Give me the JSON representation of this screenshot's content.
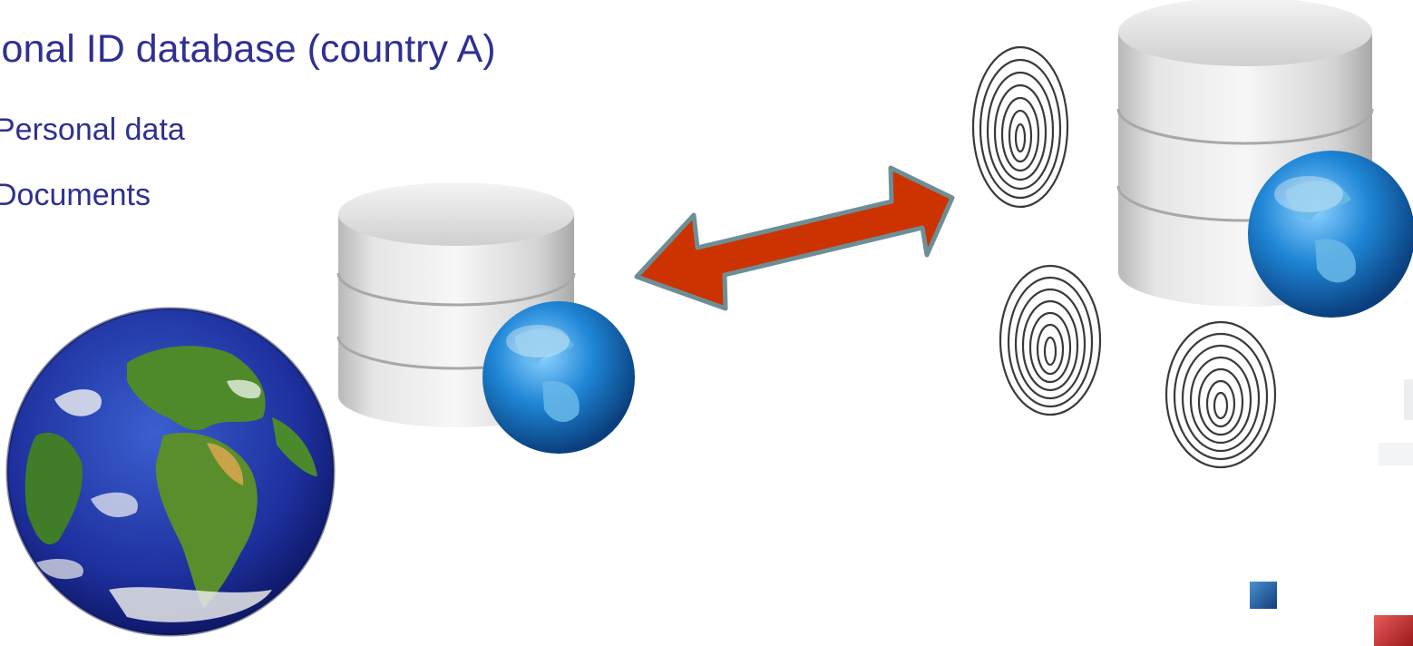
{
  "slide": {
    "title": "ional ID database (country A)",
    "bullets": [
      "Personal data",
      "Documents"
    ]
  },
  "images": {
    "earth": "earth-globe-photo",
    "database_left": "database-globe-icon",
    "database_right": "database-globe-icon",
    "arrow": "double-headed-arrow",
    "fingerprints": "fingerprint-icon"
  },
  "colors": {
    "text": "#2e3192",
    "arrow_fill": "#cc3300",
    "arrow_stroke": "#6e8e96",
    "globe_blue": "#1a7fd0",
    "square_blue": "#1f6fb3",
    "square_red": "#c8202c"
  }
}
